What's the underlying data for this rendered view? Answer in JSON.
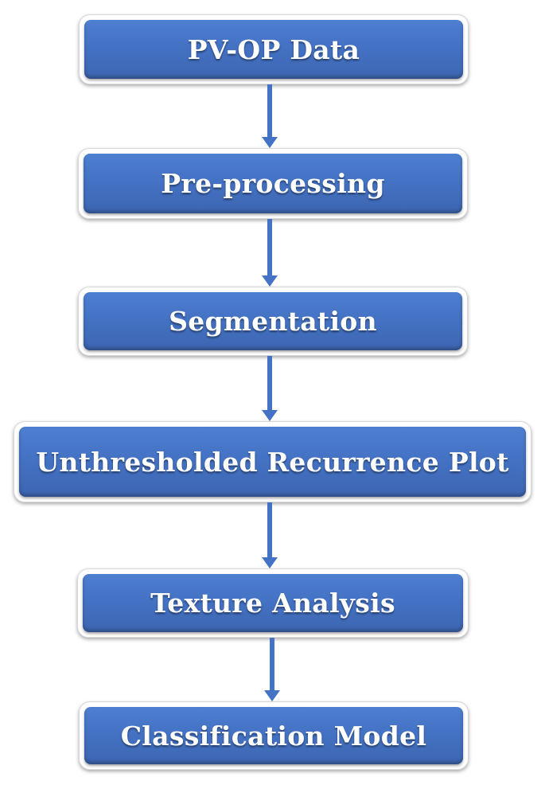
{
  "flowchart": {
    "steps": [
      {
        "label": "PV-OP Data"
      },
      {
        "label": "Pre-processing"
      },
      {
        "label": "Segmentation"
      },
      {
        "label": "Unthresholded Recurrence Plot"
      },
      {
        "label": "Texture Analysis"
      },
      {
        "label": "Classification Model"
      }
    ]
  },
  "colors": {
    "box_fill": "#4472c4",
    "arrow": "#4472c4",
    "text": "#ffffff"
  }
}
